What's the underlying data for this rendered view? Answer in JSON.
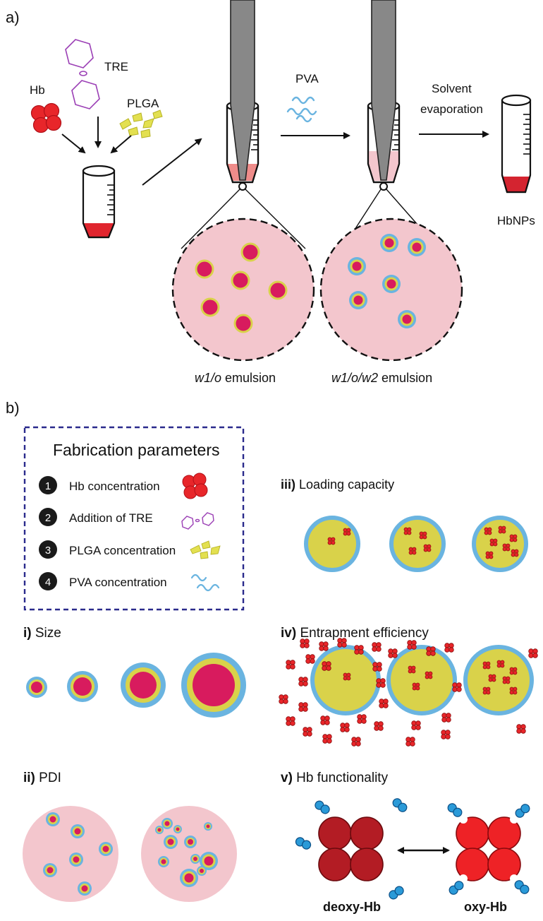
{
  "panel_a": {
    "label": "a)",
    "hb": "Hb",
    "tre": "TRE",
    "plga": "PLGA",
    "pva": "PVA",
    "solvent": [
      "Solvent",
      "evaporation"
    ],
    "hbnps": "HbNPs",
    "w1o_italic": "w1/o",
    "w1ow2_italic": "w1/o/w2",
    "emulsion": " emulsion"
  },
  "panel_b": {
    "label": "b)",
    "params_title": "Fabrication parameters",
    "params": [
      {
        "num": "1",
        "label": "Hb concentration"
      },
      {
        "num": "2",
        "label": "Addition of TRE"
      },
      {
        "num": "3",
        "label": "PLGA concentration"
      },
      {
        "num": "4",
        "label": "PVA concentration"
      }
    ],
    "i": {
      "roman": "i)",
      "label": " Size"
    },
    "ii": {
      "roman": "ii)",
      "label": " PDI"
    },
    "iii": {
      "roman": "iii)",
      "label": " Loading capacity"
    },
    "iv": {
      "roman": "iv)",
      "label": " Entrapment efficiency"
    },
    "v": {
      "roman": "v)",
      "label": " Hb functionality"
    },
    "deoxy": "deoxy-Hb",
    "oxy": "oxy-Hb"
  },
  "colors": {
    "hb_red": "#e8262a",
    "core_magenta": "#d81b5e",
    "plga_yellow": "#d4d43a",
    "pva_blue": "#6ab4e0",
    "emulsion_pink": "#f3c6cd",
    "liquid_red": "#e0333c",
    "tre_purple": "#9b3fb5",
    "border_navy": "#2a2a8c"
  }
}
